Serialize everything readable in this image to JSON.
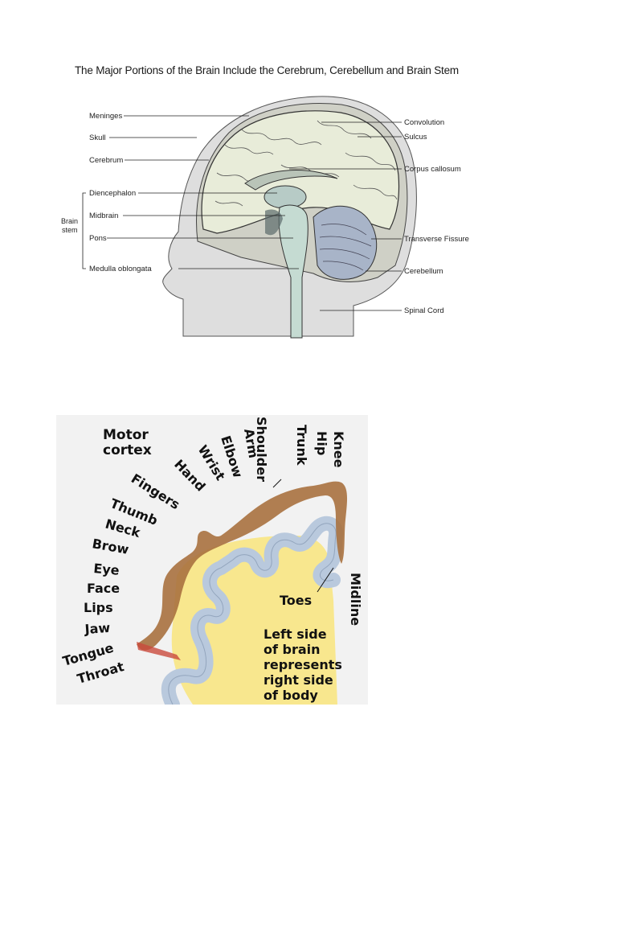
{
  "figure1": {
    "title": "The Major Portions of the Brain Include the Cerebrum, Cerebellum and Brain Stem",
    "left_labels": {
      "meninges": "Meninges",
      "skull": "Skull",
      "cerebrum": "Cerebrum",
      "diencephalon": "Diencephalon",
      "midbrain": "Midbrain",
      "pons": "Pons",
      "medulla": "Medulla oblongata",
      "brain_stem_line1": "Brain",
      "brain_stem_line2": "stem"
    },
    "right_labels": {
      "convolution": "Convolution",
      "sulcus": "Sulcus",
      "corpus_callosum": "Corpus callosum",
      "transverse_fissure": "Transverse Fissure",
      "cerebellum": "Cerebellum",
      "spinal_cord": "Spinal Cord"
    }
  },
  "figure2": {
    "motor_cortex_line1": "Motor",
    "motor_cortex_line2": "cortex",
    "body_parts": {
      "knee": "Knee",
      "hip": "Hip",
      "trunk": "Trunk",
      "shoulder": "Shoulder",
      "arm": "Arm",
      "elbow": "Elbow",
      "wrist": "Wrist",
      "hand": "Hand",
      "fingers": "Fingers",
      "thumb": "Thumb",
      "neck": "Neck",
      "brow": "Brow",
      "eye": "Eye",
      "face": "Face",
      "lips": "Lips",
      "jaw": "Jaw",
      "tongue": "Tongue",
      "throat": "Throat",
      "toes": "Toes"
    },
    "midline": "Midline",
    "note_lines": [
      "Left side",
      "of brain",
      "represents",
      "right side",
      "of body"
    ],
    "colors": {
      "background": "#f2f2f2",
      "cortex_fill": "#f8e78e",
      "gyrus_blue": "#b9c9dd",
      "homunculus": "#a9713f"
    }
  }
}
